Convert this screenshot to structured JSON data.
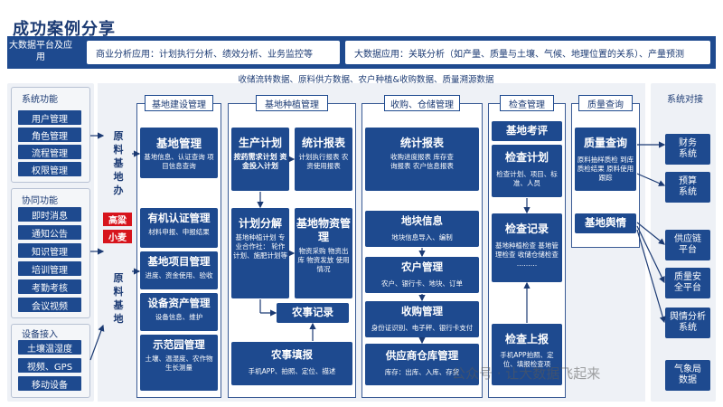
{
  "title": "成功案例分享",
  "top": {
    "label": "大数据平台及应用",
    "business": "商业分析应用：计划执行分析、绩效分析、业务监控等",
    "bigdata": "大数据应用：关联分析（如产量、质量与土壤、气候、地理位置的关系）、产量预测"
  },
  "dataflow": "收储流转数据、原料供方数据、农户种植&收购数据、质量溯源数据",
  "left": {
    "system_title": "系统功能",
    "system_items": [
      "用户管理",
      "角色管理",
      "流程管理",
      "权限管理"
    ],
    "collab_title": "协同功能",
    "collab_items": [
      "即时消息",
      "通知公告",
      "知识管理",
      "培训管理",
      "考勤考核",
      "会议视频"
    ],
    "device_title": "设备接入",
    "device_items": [
      "土壤温湿度",
      "视频、GPS",
      "移动设备"
    ]
  },
  "office_label": "原料基地办",
  "base_label": "原料基地",
  "tags": [
    "高粱",
    "小麦"
  ],
  "columns": {
    "c1": "基地建设管理",
    "c2": "基地种植管理",
    "c3": "收购、仓储管理",
    "c4": "检查管理",
    "c5": "质量查询"
  },
  "cards": {
    "base_mgmt": {
      "title": "基地管理",
      "sub": "基地信息、认证查询 项目信息查询"
    },
    "organic": {
      "title": "有机认证管理",
      "sub": "材料申报、申报结果"
    },
    "project": {
      "title": "基地项目管理",
      "sub": "进度、资金使用、验收"
    },
    "asset": {
      "title": "设备资产管理",
      "sub": "设备信息、维护"
    },
    "demo": {
      "title": "示范园管理",
      "sub": "土壤、温湿度、农作物生长测量"
    },
    "prod_plan": {
      "title": "生产计划",
      "sub": "按药需求计划 资金投入计划"
    },
    "stats": {
      "title": "统计报表",
      "sub": "计划执行报表 农资使用报表"
    },
    "decompose": {
      "title": "计划分解",
      "sub": "基地种植计划 专业合作社： 轮作计划、施肥计划等"
    },
    "material": {
      "title": "基地物资管理",
      "sub": "物资采购 物资出库 物资发放 使用情况"
    },
    "farm_record": {
      "title": "农事记录",
      "sub": ""
    },
    "farm_fill": {
      "title": "农事填报",
      "sub": "手机APP、拍照、定位、描述"
    },
    "stats2": {
      "title": "统计报表",
      "sub": "收购进度报表 库存查询报表 农户信息报表"
    },
    "plot": {
      "title": "地块信息",
      "sub": "地块信息导入、编制"
    },
    "farmer": {
      "title": "农户管理",
      "sub": "农户、银行卡、地块、订单"
    },
    "purchase": {
      "title": "收购管理",
      "sub": "身份证识别、电子秤、银行卡支付"
    },
    "supplier": {
      "title": "供应商仓库管理",
      "sub": "库存：出库、入库、存货"
    },
    "eval": {
      "title": "基地考评",
      "sub": ""
    },
    "check_plan": {
      "title": "检查计划",
      "sub": "检查计划、项目、标准、人员"
    },
    "check_record": {
      "title": "检查记录",
      "sub": "基地种植检查 基地管理检查 收储仓储检查 ………"
    },
    "check_upload": {
      "title": "检查上报",
      "sub": "手机APP拍照、定位、填报检查项"
    },
    "quality": {
      "title": "质量查询",
      "sub": "原料抽样质检 到库质检结果 原料使用跟踪"
    },
    "sentiment": {
      "title": "基地舆情",
      "sub": ""
    }
  },
  "right": {
    "title": "系统对接",
    "items": [
      "财务系统",
      "预算系统",
      "供应链平台",
      "质量安全平台",
      "舆情分析系统",
      "气象局数据"
    ]
  },
  "watermark": "公众号 · 让大数据飞起来"
}
